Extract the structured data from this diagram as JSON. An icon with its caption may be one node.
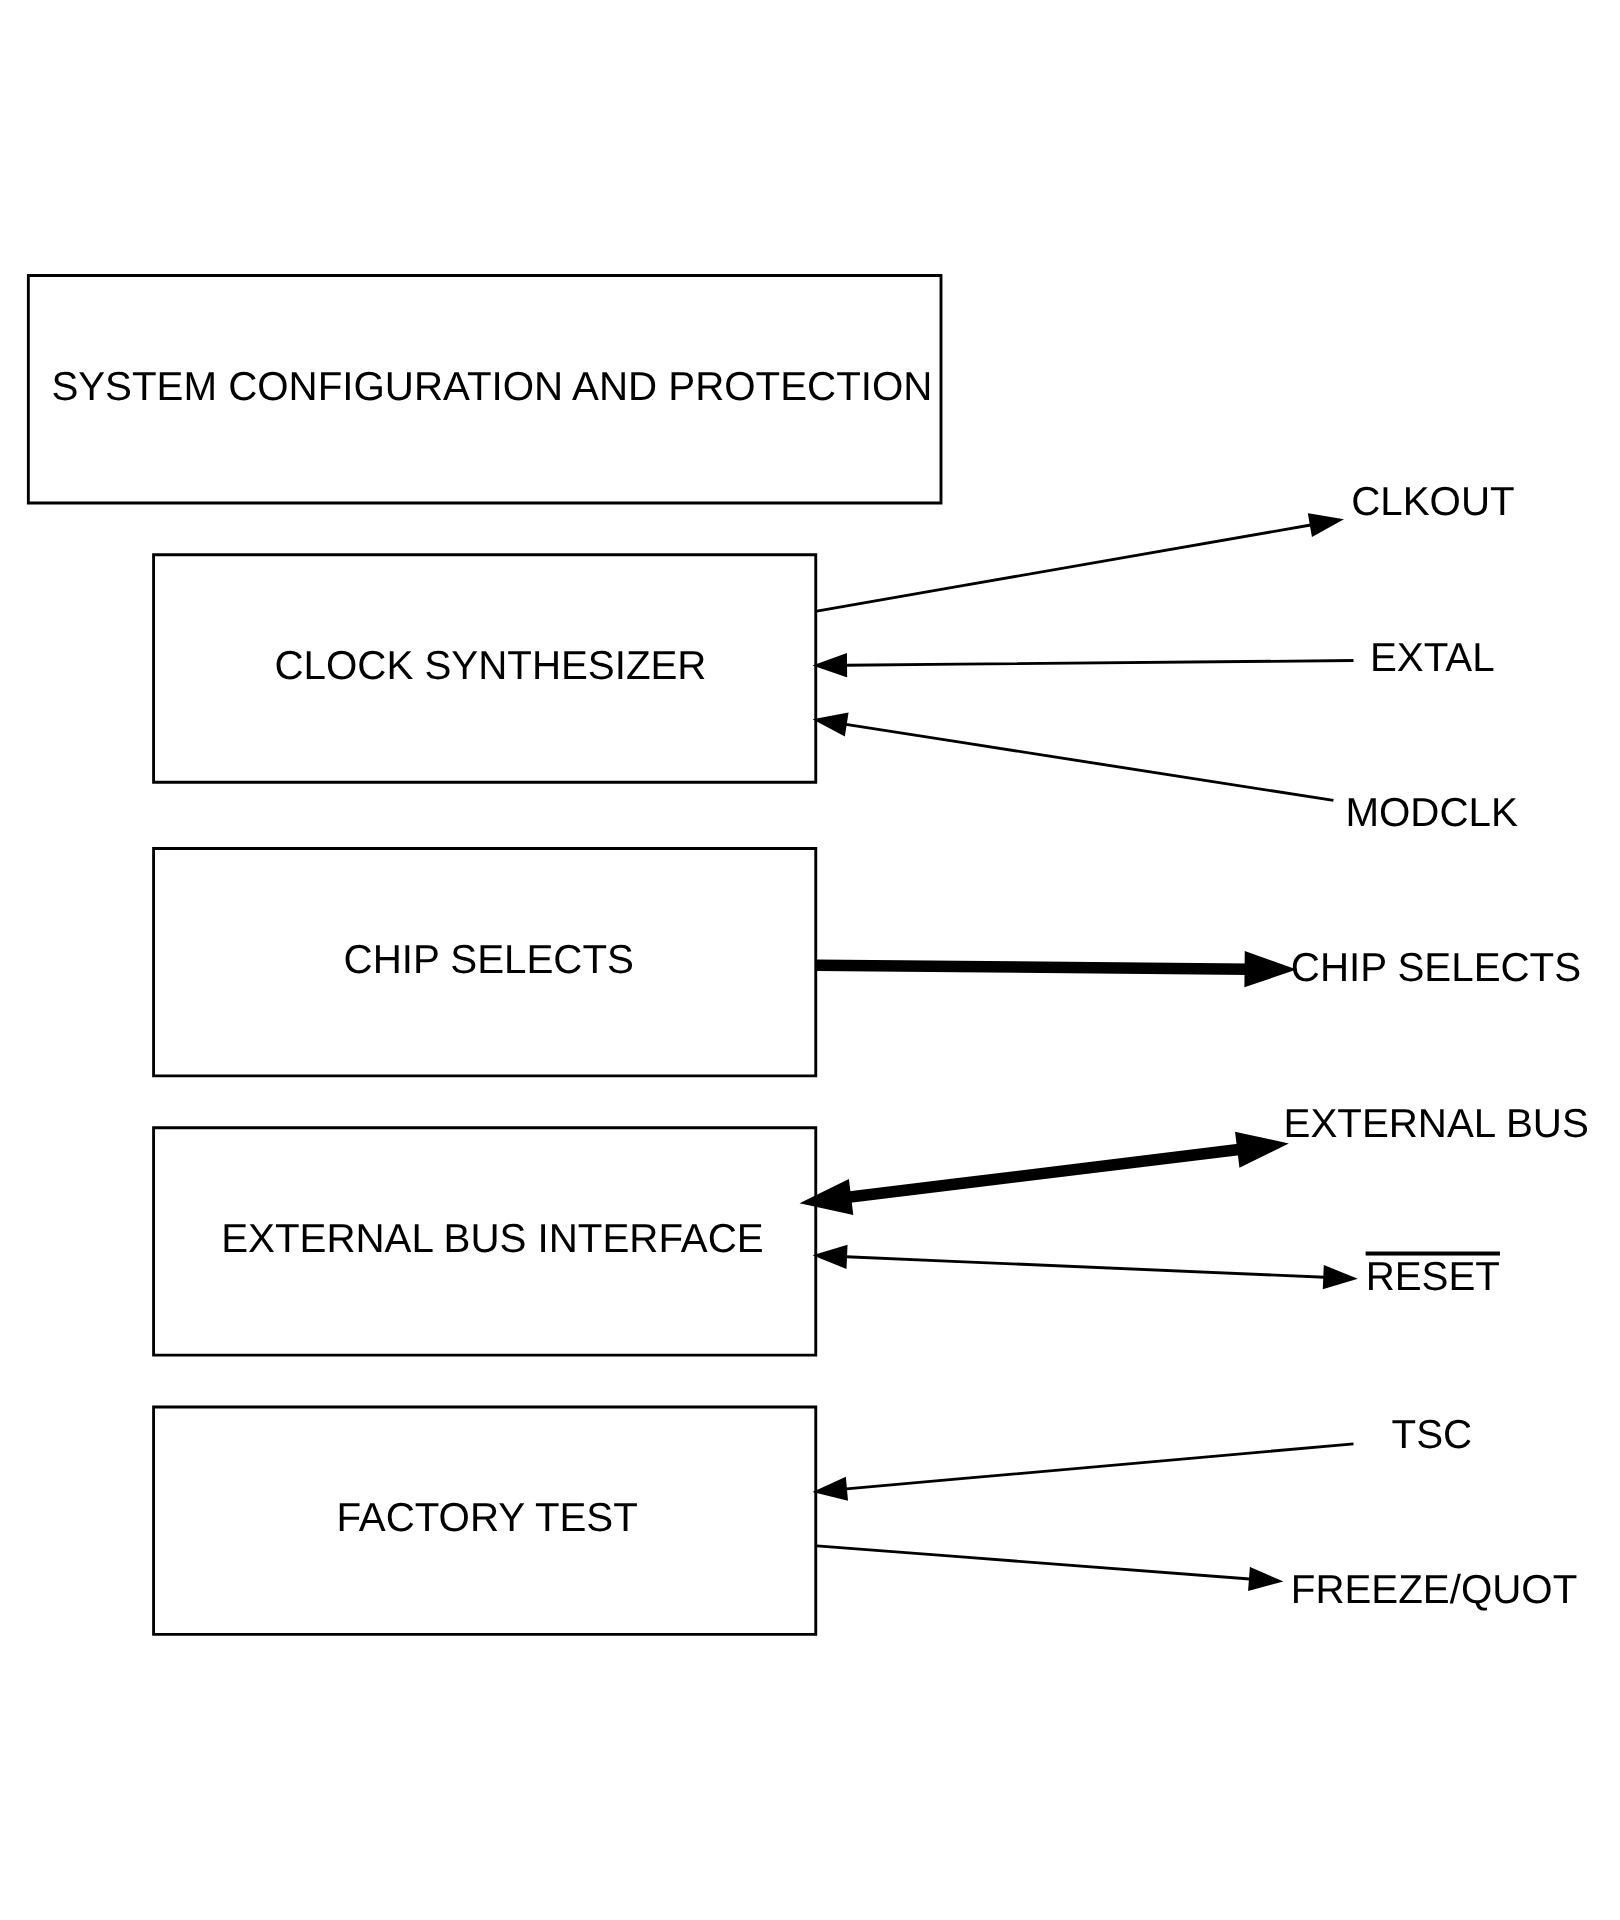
{
  "diagram": {
    "nodes": [
      {
        "text": [
          "SYSTEM CONFIGURATION AND PROTECTION"
        ]
      },
      {
        "text": [
          "CLOCK SYNTHESIZER"
        ]
      },
      {
        "text": [
          "CLKOUT"
        ]
      },
      {
        "text": [
          "EXTAL"
        ]
      },
      {
        "text": [
          "MODCLK"
        ]
      },
      {
        "text": [
          "CHIP SELECTS"
        ]
      },
      {
        "text": [
          "CHIP SELECTS"
        ]
      },
      {
        "text": [
          "EXTERNAL BUS INTERFACE"
        ]
      },
      {
        "text": [
          "EXTERNAL BUS"
        ]
      },
      {
        "text": [
          "RESET"
        ]
      },
      {
        "text": [
          "FACTORY TEST"
        ]
      },
      {
        "text": [
          "TSC"
        ]
      },
      {
        "text": [
          "FREEZE/QUOT"
        ]
      }
    ],
    "edges": [
      {
        "from": 1,
        "to": 2,
        "arrow": "to"
      },
      {
        "from": 3,
        "to": 1,
        "arrow": "to"
      },
      {
        "from": 4,
        "to": 1,
        "arrow": "to"
      },
      {
        "from": 5,
        "to": 6,
        "arrow": "to",
        "style": "thick"
      },
      {
        "from": 7,
        "to": 8,
        "arrow": "both",
        "style": "thick"
      },
      {
        "from": 7,
        "to": 9,
        "arrow": "both"
      },
      {
        "from": 11,
        "to": 10,
        "arrow": "to"
      },
      {
        "from": 10,
        "to": 12,
        "arrow": "to"
      }
    ]
  }
}
